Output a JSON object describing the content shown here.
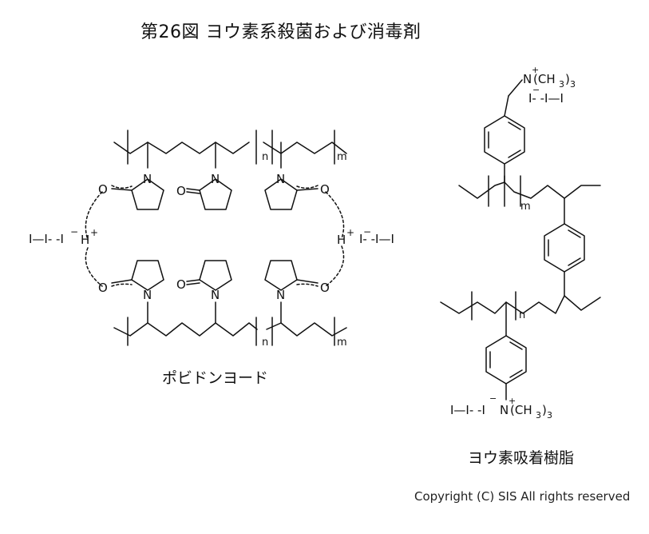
{
  "title": "第26図 ヨウ素系殺菌および消毒剤",
  "caption_left": "ポビドンヨード",
  "caption_right": "ヨウ素吸着樹脂",
  "copyright": "Copyright (C) SIS All rights reserved",
  "labels": {
    "n": "n",
    "m": "m",
    "N": "N",
    "O": "O",
    "H": "H",
    "plus": "+",
    "minus": "−",
    "iodine_left": "I—I- -I",
    "iodine_right": "I- -I—I",
    "iodine_resin_top": "I- -I—I",
    "iodine_resin_bottom": "I—I- -I",
    "trimethyl": "(CH",
    "three": "3",
    "close": ")"
  }
}
